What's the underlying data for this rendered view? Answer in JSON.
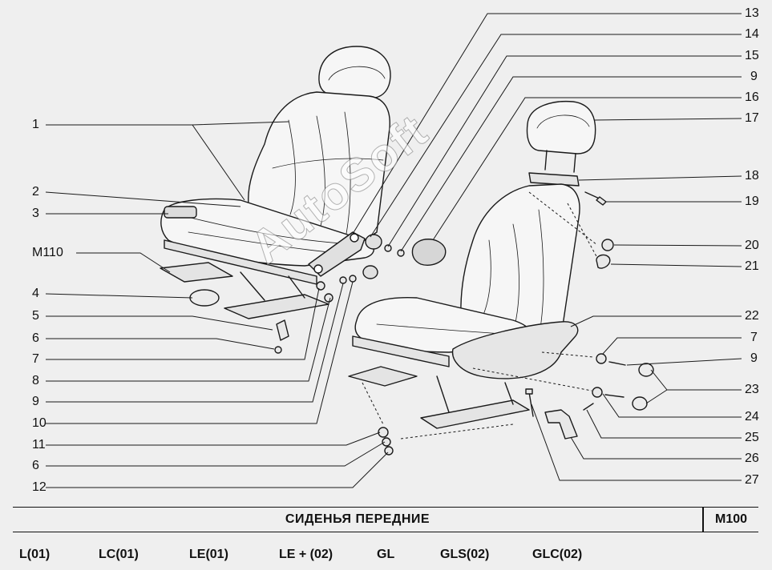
{
  "callouts_left": [
    "1",
    "2",
    "3",
    "M110",
    "4",
    "5",
    "6",
    "7",
    "8",
    "9",
    "10",
    "11",
    "6",
    "12"
  ],
  "callouts_right": [
    "13",
    "14",
    "15",
    "9",
    "16",
    "17",
    "18",
    "19",
    "20",
    "21",
    "22",
    "7",
    "9",
    "23",
    "24",
    "25",
    "26",
    "27"
  ],
  "title": "СИДЕНЬЯ   ПЕРЕДНИЕ",
  "code": "M100",
  "variants": [
    "L(01)",
    "LC(01)",
    "LE(01)",
    "LE + (02)",
    "GL",
    "GLS(02)",
    "GLC(02)"
  ],
  "watermark": "AutoSoft",
  "colors": {
    "background": "#efefef",
    "ink": "#111111"
  }
}
